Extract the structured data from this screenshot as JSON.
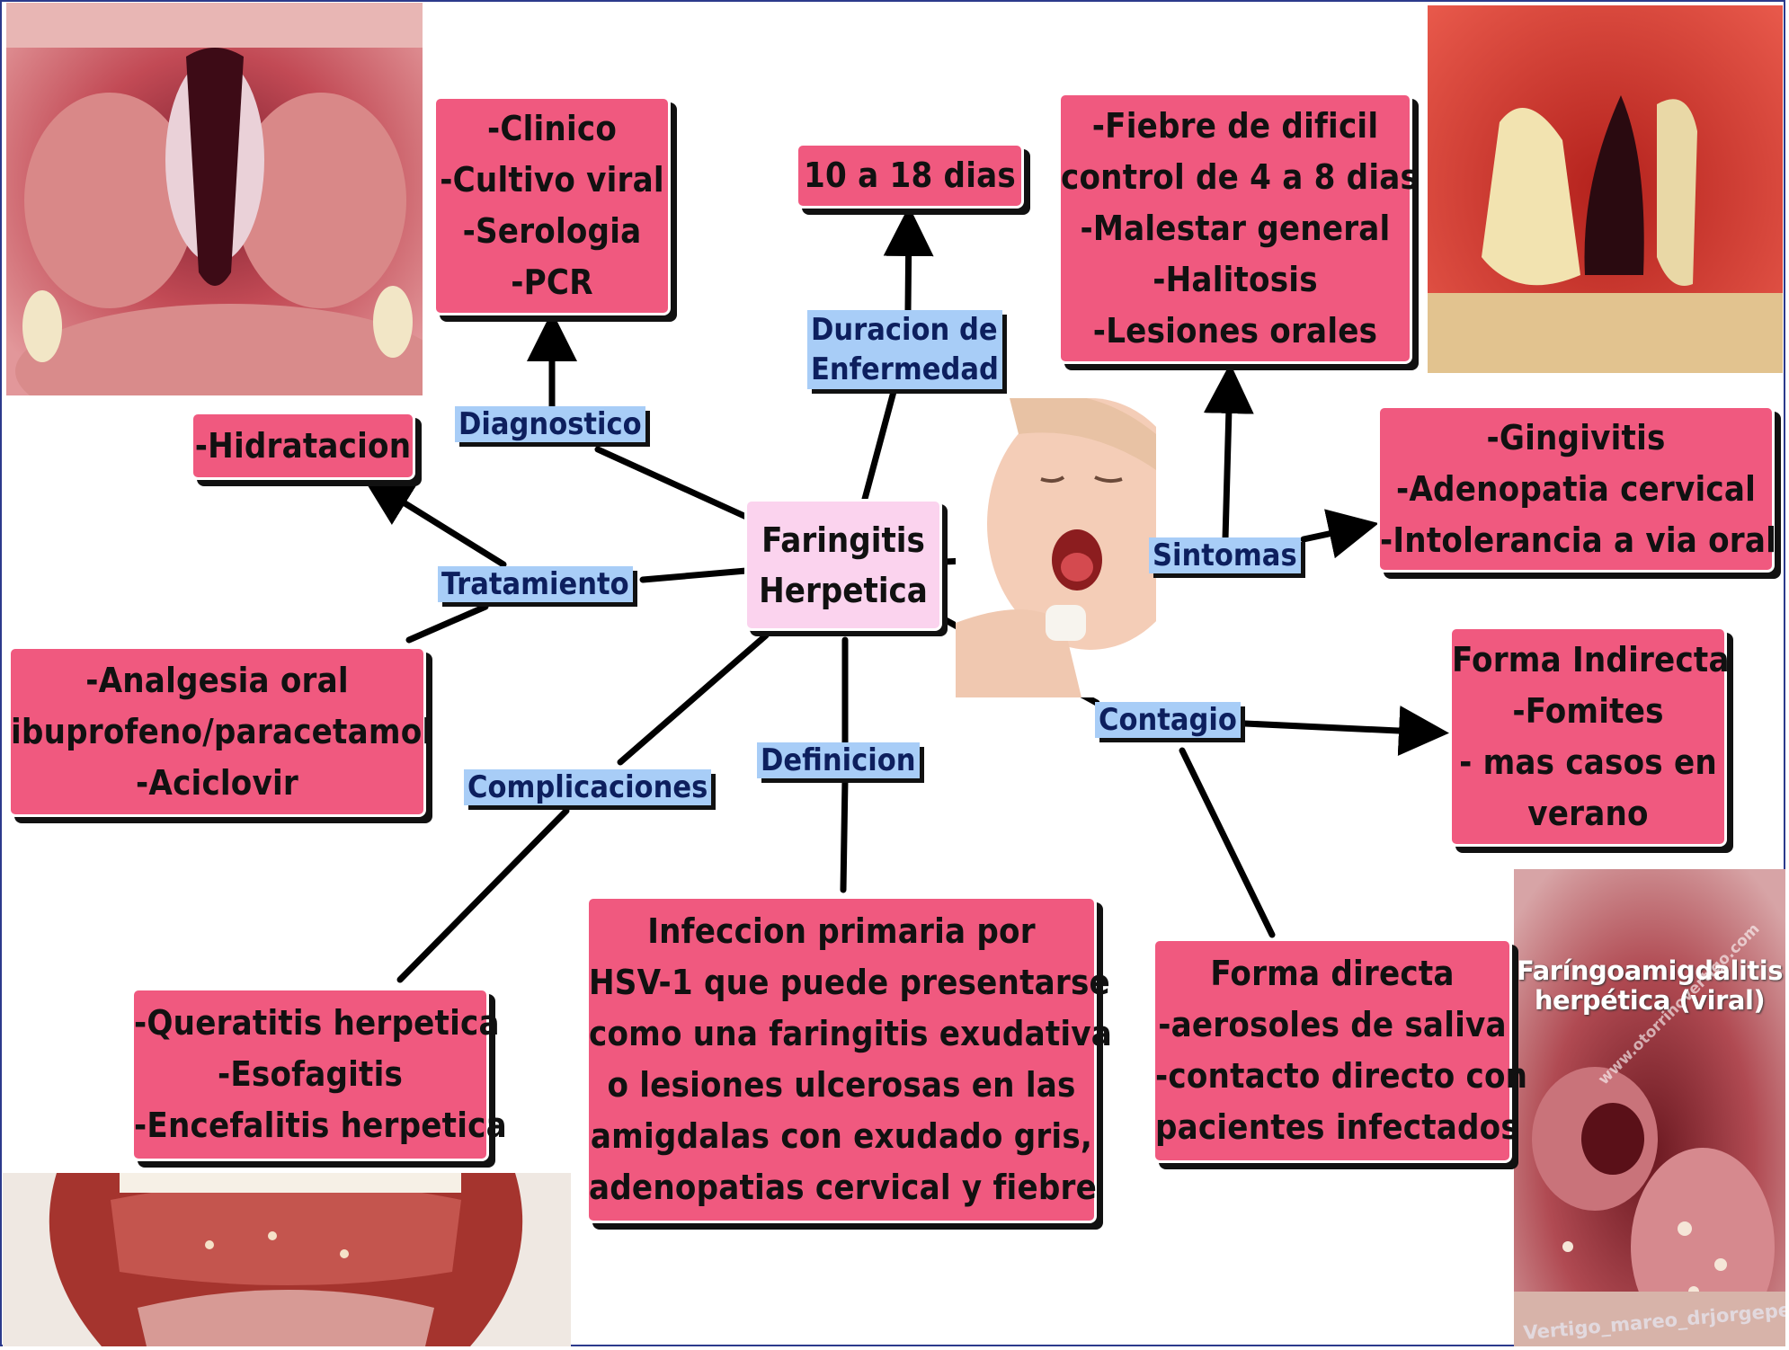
{
  "center": {
    "lines": [
      "Faringitis",
      "Herpetica"
    ]
  },
  "labels": {
    "diagnostico": "Diagnostico",
    "duracion": [
      "Duracion de",
      "Enfermedad"
    ],
    "sintomas": "Sintomas",
    "tratamiento": "Tratamiento",
    "complicaciones": "Complicaciones",
    "definicion": "Definicion",
    "contagio": "Contagio"
  },
  "boxes": {
    "diagnostico": [
      "-Clinico",
      "-Cultivo viral",
      "-Serologia",
      "-PCR"
    ],
    "duracion": [
      "10 a 18 dias"
    ],
    "sintomas_top": [
      "-Fiebre de dificil",
      "control de 4 a 8 dias",
      "-Malestar general",
      "-Halitosis",
      "-Lesiones orales"
    ],
    "sintomas_right": [
      "-Gingivitis",
      "-Adenopatia cervical",
      "-Intolerancia a via oral"
    ],
    "hidratacion": [
      "-Hidratacion"
    ],
    "tratamiento": [
      "-Analgesia oral",
      "ibuprofeno/paracetamol",
      "-Aciclovir"
    ],
    "contagio_indirecta": [
      "Forma Indirecta",
      "-Fomites",
      "- mas casos en",
      "verano"
    ],
    "complicaciones": [
      "-Queratitis herpetica",
      "-Esofagitis",
      "-Encefalitis herpetica"
    ],
    "definicion": [
      "Infeccion primaria por",
      "HSV-1 que puede presentarse",
      "como una faringitis exudativa",
      "o lesiones ulcerosas en las",
      "amigdalas con exudado gris,",
      "adenopatias cervical y fiebre"
    ],
    "contagio_directa": [
      "Forma directa",
      "-aerosoles de saliva",
      "-contacto directo con",
      "pacientes infectados"
    ]
  },
  "photo_text": {
    "caption": [
      "Faríngoamigdalitis",
      "herpética (viral)"
    ],
    "watermark_url": "www.otorrinovertigo.com",
    "watermark_bottom": "Vertigo_mareo_drjorgepech"
  },
  "colors": {
    "box": "#f0597f",
    "center": "#fbd3ee",
    "label": "#a8cdf7",
    "frame": "#2c3a8c"
  }
}
